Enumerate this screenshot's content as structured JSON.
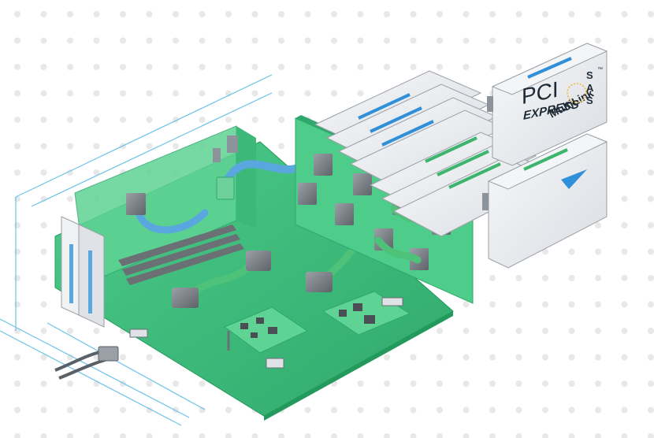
{
  "logos": {
    "sas": {
      "brand": "MultiLink",
      "letters": [
        "S",
        "A",
        "S"
      ],
      "trademark": "™"
    },
    "pcie": {
      "brand_line1": "PCI",
      "brand_line2": "EXPRESS"
    }
  },
  "colors": {
    "pcb_green": "#3fbf7f",
    "pcb_green_dark": "#2ea86c",
    "cable_blue": "#5aa7e0",
    "cable_green": "#4fc27a",
    "drive_silver": "#e9ebee",
    "drive_stripe_blue": "#2f8fd8",
    "drive_stripe_green": "#3cb56d",
    "dot_grid": "#e8e8e8",
    "frame_line": "#6cc2ea"
  },
  "icons": [
    "sas-logo",
    "pci-express-logo",
    "connector-icon",
    "cable-icon"
  ]
}
